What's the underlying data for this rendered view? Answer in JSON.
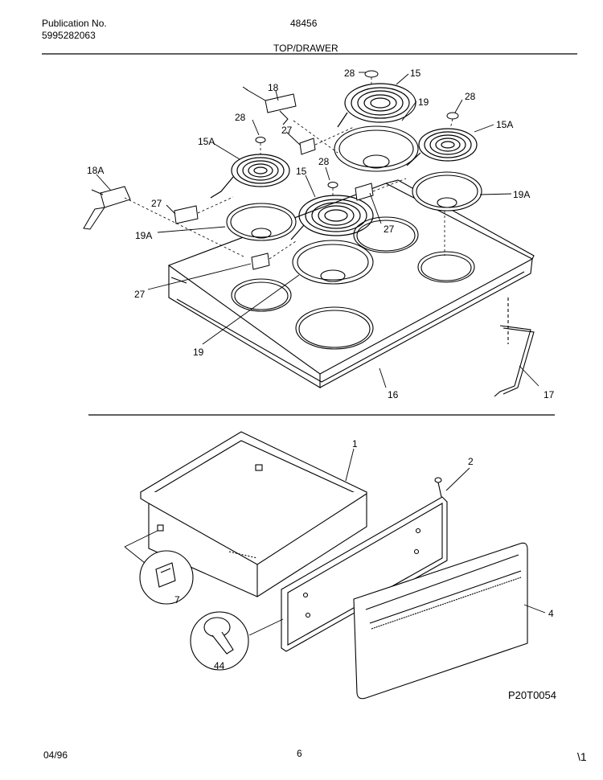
{
  "header": {
    "publication_label": "Publication No.",
    "publication_number": "5995282063",
    "model": "48456",
    "section": "TOP/DRAWER"
  },
  "callouts": {
    "c28a": "28",
    "c15a": "15",
    "c19a": "19",
    "c28b": "28",
    "c15Aa": "15A",
    "c18": "18",
    "c28c": "28",
    "c27a": "27",
    "c15Ab": "15A",
    "c18A": "18A",
    "c28d": "28",
    "c15b": "15",
    "c27b": "27",
    "c19Aa": "19A",
    "c19Ab": "19A",
    "c27c": "27",
    "c27d": "27",
    "c19b": "19",
    "c16": "16",
    "c17": "17",
    "c1": "1",
    "c2": "2",
    "c4": "4",
    "c7": "7",
    "c44": "44"
  },
  "drawing_code": "P20T0054",
  "footer": {
    "date": "04/96",
    "page": "6",
    "mark": "\\1"
  }
}
